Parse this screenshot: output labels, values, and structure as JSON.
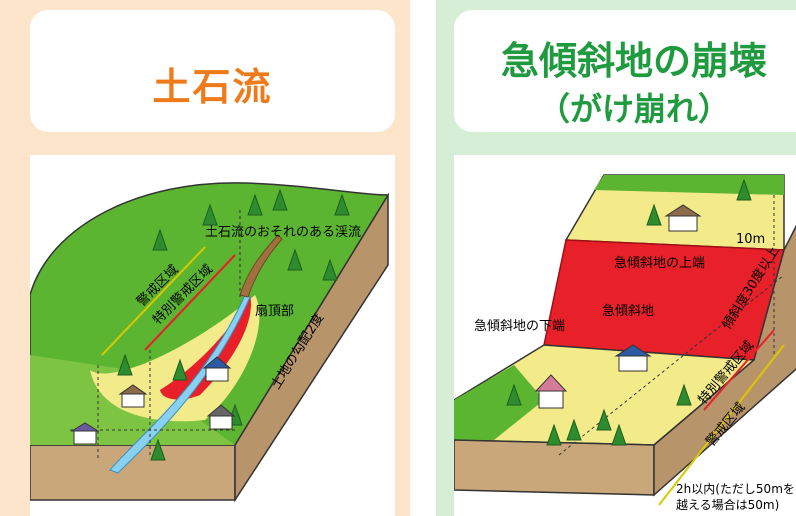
{
  "left_panel": {
    "title": "土石流",
    "labels": {
      "stream": "土石流のおそれのある渓流",
      "fan_apex": "扇頂部",
      "slope": "土地の勾配2度",
      "warning_zone": "警戒区域",
      "special_warning_zone": "特別警戒区域"
    }
  },
  "right_panel": {
    "title": "急傾斜地の崩壊",
    "subtitle": "（がけ崩れ）",
    "labels": {
      "upper_edge": "急傾斜地の上端",
      "steep_slope": "急傾斜地",
      "lower_edge": "急傾斜地の下端",
      "ten_m": "10m",
      "inclination": "傾斜度30度以上",
      "special_warning_zone": "特別警戒区域",
      "warning_zone": "警戒区域",
      "note_line1": "2h以内(ただし50mを",
      "note_line2": "越える場合は50m)"
    }
  },
  "colors": {
    "left_bg": "#fde5cc",
    "right_bg": "#d6edd6",
    "left_title": "#ef7a1a",
    "right_title": "#1f9a3e",
    "grass": "#5cb531",
    "soil": "#c9a77a",
    "danger_red": "#e8202a",
    "warning_yellow": "#f3ea8a"
  }
}
